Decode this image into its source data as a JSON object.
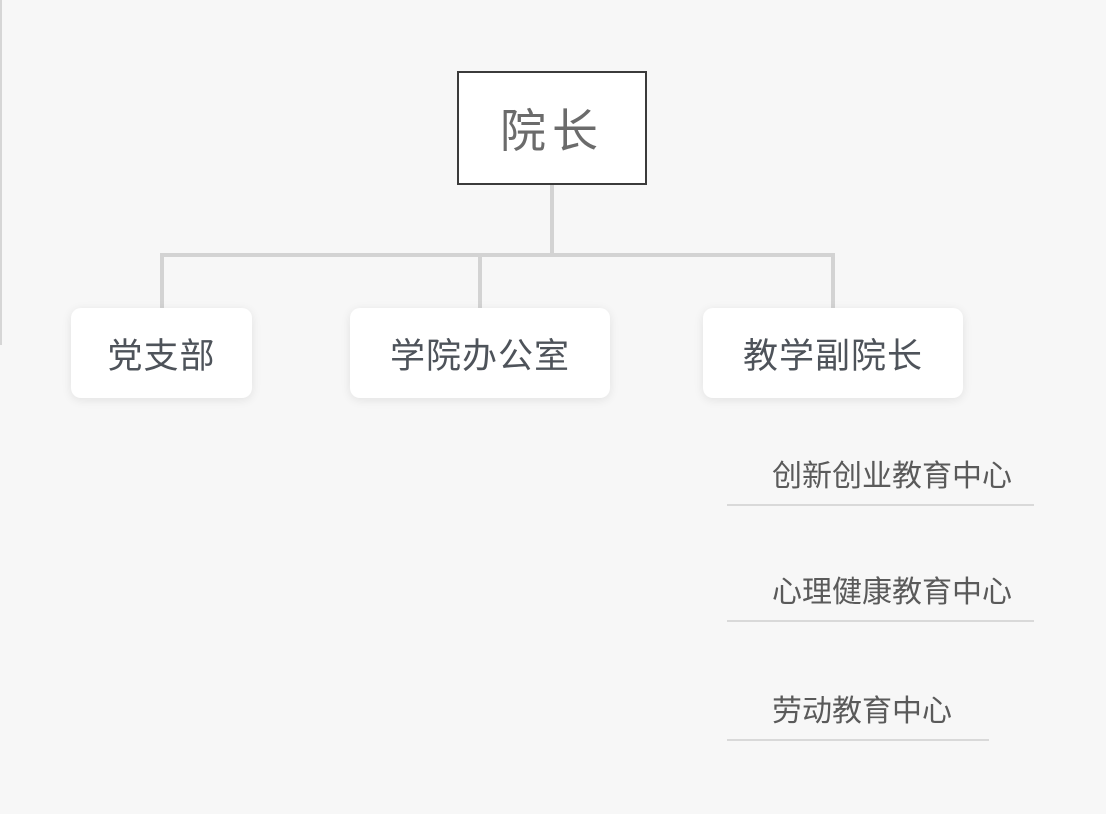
{
  "chart_data": {
    "type": "org-chart",
    "root": {
      "label": "院长"
    },
    "level2": [
      {
        "label": "党支部"
      },
      {
        "label": "学院办公室"
      },
      {
        "label": "教学副院长"
      }
    ],
    "level3_parent": "教学副院长",
    "level3": [
      {
        "label": "创新创业教育中心"
      },
      {
        "label": "心理健康教育中心"
      },
      {
        "label": "劳动教育中心"
      }
    ]
  },
  "colors": {
    "background": "#f7f7f7",
    "node_fill": "#ffffff",
    "root_border": "#3b3b3b",
    "root_text": "#6b6b6b",
    "level2_text": "#4e535a",
    "level3_text": "#5a5a5a",
    "connector": "#d3d3d3",
    "sub_connector": "#d9d9d9"
  }
}
